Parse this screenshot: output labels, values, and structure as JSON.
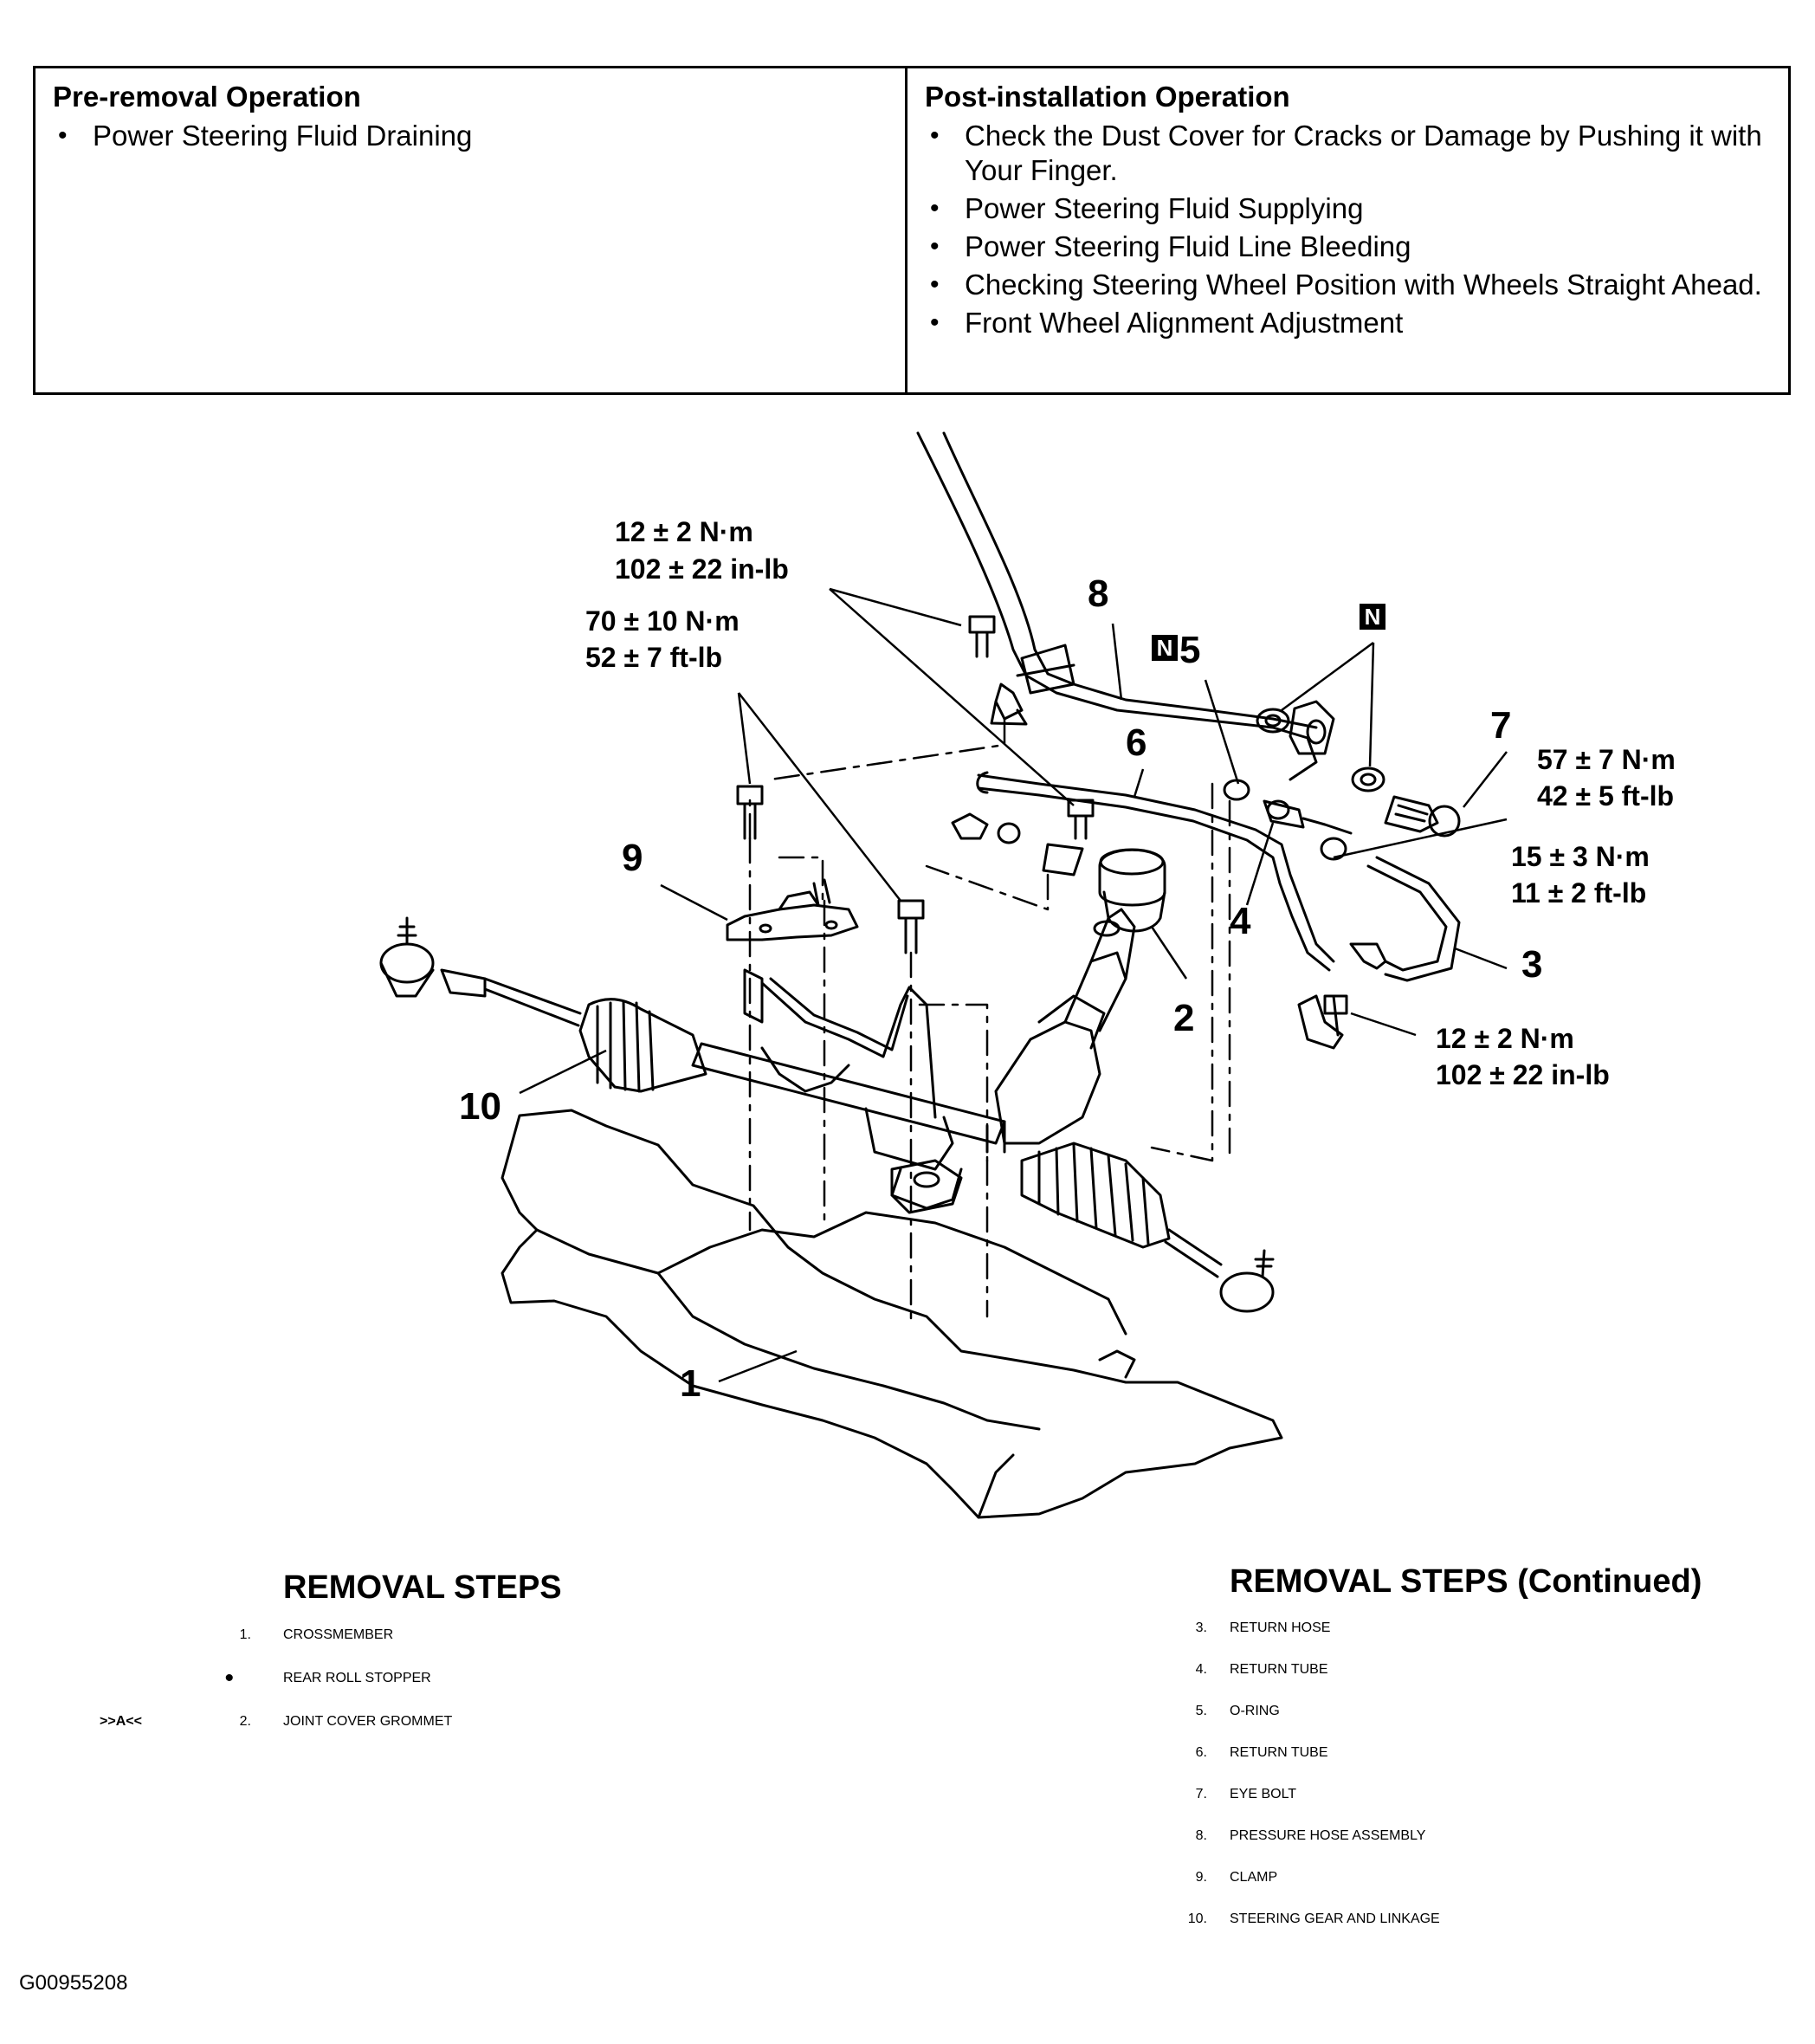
{
  "pre_removal": {
    "title": "Pre-removal Operation",
    "items": [
      "Power Steering Fluid Draining"
    ]
  },
  "post_installation": {
    "title": "Post-installation Operation",
    "items": [
      "Check the Dust Cover for Cracks or Damage by Pushing it with Your Finger.",
      "Power Steering Fluid Supplying",
      "Power Steering Fluid Line Bleeding",
      "Checking Steering Wheel Position with Wheels Straight Ahead.",
      "Front Wheel Alignment Adjustment"
    ]
  },
  "diagram": {
    "callouts": [
      "1",
      "2",
      "3",
      "4",
      "5",
      "6",
      "7",
      "8",
      "9",
      "10"
    ],
    "n_marker": "N",
    "torques": {
      "t1": [
        "12 ± 2 N·m",
        "102 ± 22 in-lb"
      ],
      "t2": [
        "70 ± 10 N·m",
        "52 ± 7 ft-lb"
      ],
      "t3": [
        "57 ± 7 N·m",
        "42 ± 5 ft-lb"
      ],
      "t4": [
        "15 ± 3 N·m",
        "11 ± 2 ft-lb"
      ],
      "t5": [
        "12 ± 2 N·m",
        "102 ± 22 in-lb"
      ]
    }
  },
  "removal_steps": {
    "title": "REMOVAL STEPS",
    "items": [
      {
        "ref": "",
        "num": "1.",
        "label": "CROSSMEMBER"
      },
      {
        "ref": "",
        "num": "•",
        "label": "REAR ROLL STOPPER"
      },
      {
        "ref": ">>A<<",
        "num": "2.",
        "label": "JOINT COVER GROMMET"
      }
    ]
  },
  "removal_steps_continued": {
    "title": "REMOVAL STEPS (Continued)",
    "items": [
      {
        "num": "3.",
        "label": "RETURN HOSE"
      },
      {
        "num": "4.",
        "label": "RETURN TUBE"
      },
      {
        "num": "5.",
        "label": "O-RING"
      },
      {
        "num": "6.",
        "label": "RETURN TUBE"
      },
      {
        "num": "7.",
        "label": "EYE BOLT"
      },
      {
        "num": "8.",
        "label": "PRESSURE HOSE ASSEMBLY"
      },
      {
        "num": "9.",
        "label": "CLAMP"
      },
      {
        "num": "10.",
        "label": "STEERING GEAR AND LINKAGE"
      }
    ]
  },
  "figure_code": "G00955208"
}
